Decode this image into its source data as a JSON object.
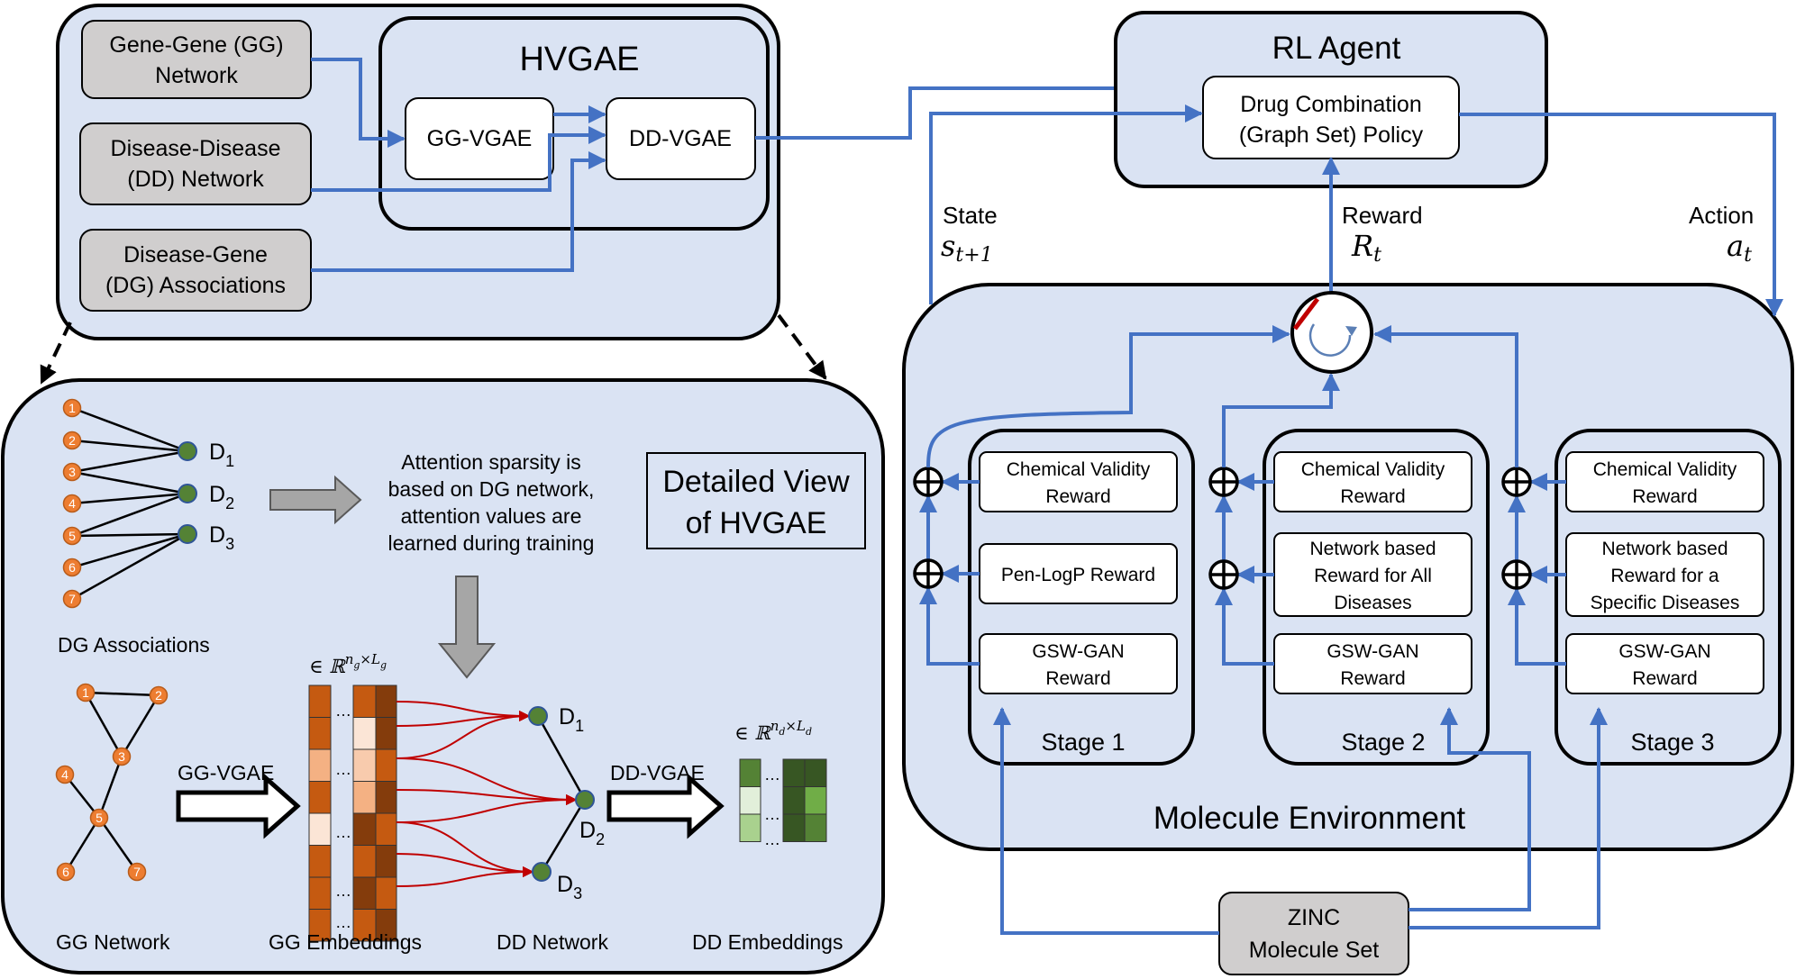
{
  "colors": {
    "panel_fill": "#dae3f3",
    "box_gray": "#d0cece",
    "arrow_blue": "#4472c4",
    "node_orange": "#ed7d31",
    "node_green": "#548235",
    "edge_red": "#c00000"
  },
  "hvgae": {
    "title": "HVGAE",
    "gg_network": [
      "Gene-Gene (GG)",
      "Network"
    ],
    "dd_network": [
      "Disease-Disease",
      "(DD) Network"
    ],
    "dg_assoc": [
      "Disease-Gene",
      "(DG) Associations"
    ],
    "gg_vgae": "GG-VGAE",
    "dd_vgae": "DD-VGAE"
  },
  "detail": {
    "title": [
      "Detailed View",
      "of HVGAE"
    ],
    "attention_note": [
      "Attention sparsity is",
      "based on DG network,",
      "attention values are",
      "learned during training"
    ],
    "dg_label": "DG Associations",
    "gg_label": "GG Network",
    "gg_emb_label": "GG Embeddings",
    "dd_net_label": "DD Network",
    "dd_emb_label": "DD Embeddings",
    "gg_vgae_arrow": "GG-VGAE",
    "dd_vgae_arrow": "DD-VGAE",
    "gene_nodes": [
      "1",
      "2",
      "3",
      "4",
      "5",
      "6",
      "7"
    ],
    "disease_nodes": [
      "D",
      "D",
      "D"
    ],
    "disease_subs": [
      "1",
      "2",
      "3"
    ],
    "gg_dim": "∈ ℝ",
    "gg_dim_sup": "n",
    "gg_dim_sup_sub": "g",
    "gg_dim_sup_rest": "×L",
    "gg_dim_sup_sub2": "g",
    "dd_dim": "∈ ℝ",
    "dd_dim_sup": "n",
    "dd_dim_sup_sub": "d",
    "dd_dim_sup_rest": "×L",
    "dd_dim_sup_sub2": "d",
    "ellipsis": "…"
  },
  "rl": {
    "agent_title": "RL Agent",
    "policy": [
      "Drug Combination",
      "(Graph Set) Policy"
    ],
    "state_label": "State",
    "state_symbol": "s",
    "state_sub": "t+1",
    "reward_label": "Reward",
    "reward_symbol": "R",
    "reward_sub": "t",
    "action_label": "Action",
    "action_symbol": "a",
    "action_sub": "t"
  },
  "env": {
    "title": "Molecule Environment",
    "stages": [
      {
        "label": "Stage 1",
        "rewards": [
          [
            "Chemical Validity",
            "Reward"
          ],
          [
            "Pen-LogP Reward"
          ],
          [
            "GSW-GAN",
            "Reward"
          ]
        ]
      },
      {
        "label": "Stage 2",
        "rewards": [
          [
            "Chemical Validity",
            "Reward"
          ],
          [
            "Network based",
            "Reward for All",
            "Diseases"
          ],
          [
            "GSW-GAN",
            "Reward"
          ]
        ]
      },
      {
        "label": "Stage 3",
        "rewards": [
          [
            "Chemical Validity",
            "Reward"
          ],
          [
            "Network based",
            "Reward for a",
            "Specific  Diseases"
          ],
          [
            "GSW-GAN",
            "Reward"
          ]
        ]
      }
    ],
    "zinc": [
      "ZINC",
      "Molecule Set"
    ]
  }
}
